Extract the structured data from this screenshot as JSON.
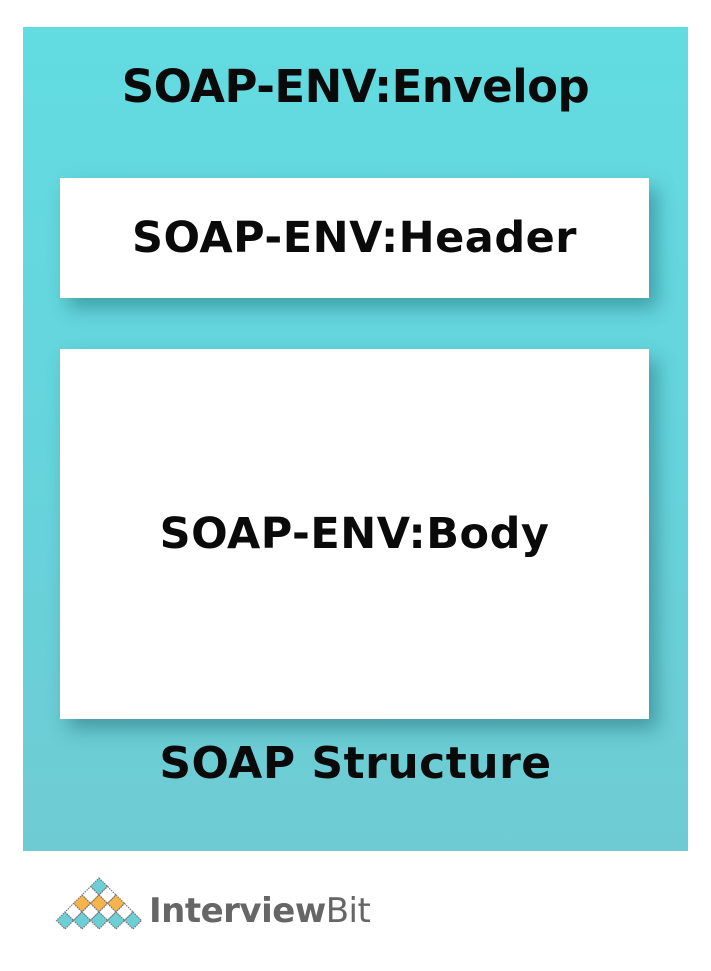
{
  "diagram": {
    "envelope": {
      "label": "SOAP-ENV:Envelop",
      "color": "#62dce1"
    },
    "header": {
      "label": "SOAP-ENV:Header"
    },
    "body": {
      "label": "SOAP-ENV:Body"
    },
    "caption": "SOAP Structure"
  },
  "brand": {
    "name_bold": "Interview",
    "name_regular": "Bit",
    "logo_icon": "diamond-pyramid-icon",
    "colors": {
      "teal": "#6ccfd6",
      "orange": "#f7b44a",
      "white": "#ffffff",
      "outline": "#777777",
      "text": "#666666"
    }
  }
}
